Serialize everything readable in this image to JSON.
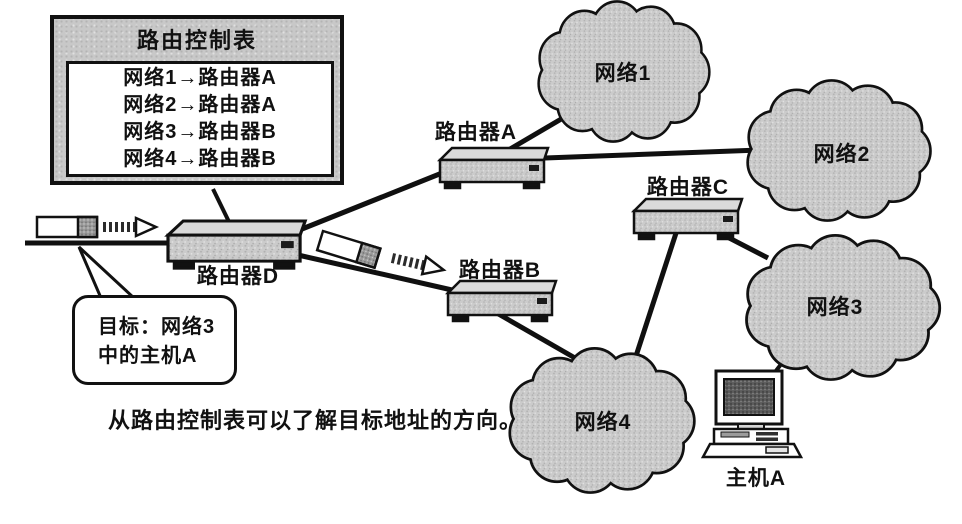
{
  "routing_table": {
    "title": "路由控制表",
    "entries": [
      "网络1→路由器A",
      "网络2→路由器A",
      "网络3→路由器B",
      "网络4→路由器B"
    ]
  },
  "routers": {
    "a": "路由器A",
    "b": "路由器B",
    "c": "路由器C",
    "d": "路由器D"
  },
  "networks": {
    "n1": "网络1",
    "n2": "网络2",
    "n3": "网络3",
    "n4": "网络4"
  },
  "host": {
    "label": "主机A"
  },
  "callout": {
    "line1": "目标：网络3",
    "line2": "中的主机A"
  },
  "caption": "从路由控制表可以了解目标地址的方向。",
  "edges": [
    "路由控制表—路由器D",
    "路由器D—路由器A",
    "路由器D—路由器B",
    "路由器A—网络1",
    "路由器A—网络2",
    "路由器B—网络4",
    "路由器C—网络4",
    "路由器C—网络3",
    "网络3—主机A"
  ],
  "icons": {
    "cloud-icon": "scalloped gray network cloud",
    "router-icon": "3d router box with feet",
    "packet-icon": "data packet rectangle with dark header end",
    "striped-arrow-icon": "striped flow arrow",
    "computer-icon": "desktop pc with monitor and keyboard",
    "callout-tail-icon": "speech bubble pointer"
  },
  "colors": {
    "background": "#ffffff",
    "line": "#101010",
    "cloud_fill": "#cbcbcb",
    "router_fill": "#c6c6c6",
    "table_fill": "#c8c8c8",
    "text": "#111111"
  }
}
